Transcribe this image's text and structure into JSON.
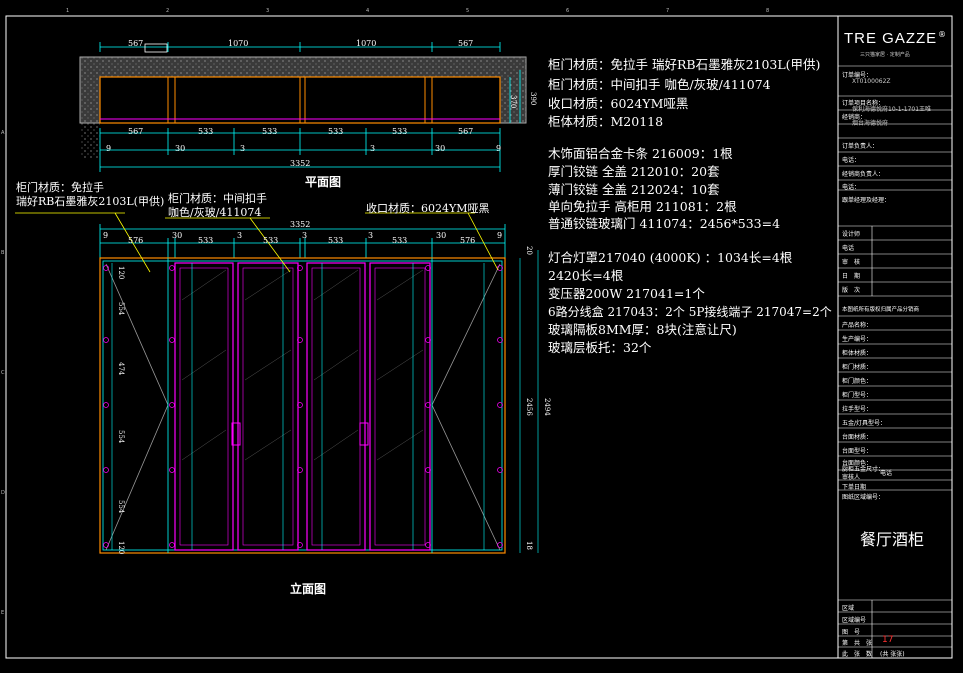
{
  "plan": {
    "caption": "平面图",
    "top_dims": [
      "567",
      "1070",
      "1070",
      "567"
    ],
    "bottom_dims": [
      "567",
      "533",
      "533",
      "533",
      "533",
      "567"
    ],
    "small_dims": [
      "9",
      "30",
      "3",
      "3",
      "30",
      "9"
    ],
    "total": "3352",
    "side_dims": [
      "370",
      "390"
    ]
  },
  "elevation": {
    "caption": "立面图",
    "top_dims": [
      "9",
      "576",
      "30",
      "533",
      "3",
      "533",
      "3",
      "533",
      "3",
      "533",
      "30",
      "576",
      "9"
    ],
    "total": "3352",
    "left_dims": [
      "120",
      "554",
      "474",
      "554",
      "554",
      "120"
    ],
    "height": "2456",
    "height2": "2494",
    "top_small": "20",
    "bottom_small": "18"
  },
  "callouts": {
    "left_door_1": "柜门材质：免拉手",
    "left_door_2": "瑞好RB石墨雅灰2103L(甲供)",
    "mid_door_1": "柜门材质：中间扣手",
    "mid_door_2": "咖色/灰玻/411074",
    "edge": "收口材质：6024YM哑黑"
  },
  "notes_top": [
    "柜门材质：免拉手  瑞好RB石墨雅灰2103L(甲供)",
    "柜门材质：中间扣手  咖色/灰玻/411074",
    "收口材质：6024YM哑黑",
    "柜体材质：M20118"
  ],
  "notes_mid": [
    "木饰面铝合金卡条  216009：1根",
    "厚门铰链 全盖 212010：20套",
    "薄门铰链 全盖 212024：10套",
    "单向免拉手 高柜用 211081：2根",
    "普通铰链玻璃门 411074：2456*533=4"
  ],
  "notes_bottom": [
    "灯合灯罩217040  (4000K)  ：1034长=4根",
    "2420长=4根",
    "变压器200W 217041=1个",
    "6路分线盒 217043：2个 5P接线端子 217047=2个",
    "玻璃隔板8MM厚：8块(注意让尺)",
    "玻璃层板托：32个"
  ],
  "titleblock": {
    "logo": "TRE GAZZE",
    "logo_sub": "三只猫家居 · 定制产品",
    "rows": [
      {
        "label": "订单编号：",
        "value": "XT0100062Z"
      },
      {
        "label": "订单项目名称：",
        "value": "保利海德悦府10-1-1701王唯"
      },
      {
        "label": "经销商：",
        "value": "烟台海德悦府"
      },
      {
        "label": "订单负责人：",
        "value": ""
      },
      {
        "label": "电话：",
        "value": ""
      },
      {
        "label": "经销商负责人：",
        "value": ""
      },
      {
        "label": "电话：",
        "value": ""
      },
      {
        "label": "跟单经理及经理：",
        "value": ""
      },
      {
        "label": "设计师",
        "value": ""
      },
      {
        "label": "电话",
        "value": ""
      },
      {
        "label": "审　核",
        "value": ""
      },
      {
        "label": "日　期",
        "value": ""
      },
      {
        "label": "版　次",
        "value": ""
      },
      {
        "label": "本图纸所有版权归属产品分销商",
        "value": ""
      },
      {
        "label": "产品名称：",
        "value": ""
      },
      {
        "label": "生产编号：",
        "value": ""
      },
      {
        "label": "柜体材质：",
        "value": ""
      },
      {
        "label": "柜门材质：",
        "value": ""
      },
      {
        "label": "柜门颜色：",
        "value": ""
      },
      {
        "label": "柜门型号：",
        "value": ""
      },
      {
        "label": "拉手型号：",
        "value": ""
      },
      {
        "label": "五金/灯具型号：",
        "value": ""
      },
      {
        "label": "台面材质：",
        "value": ""
      },
      {
        "label": "台面型号：",
        "value": ""
      },
      {
        "label": "台面颜色：",
        "value": ""
      },
      {
        "label": "厨柜五金尺寸：",
        "value": ""
      },
      {
        "label": "审核人",
        "value": ""
      },
      {
        "label": "电话",
        "value": ""
      },
      {
        "label": "下单日期",
        "value": ""
      },
      {
        "label": "图纸区域编号：",
        "value": ""
      }
    ],
    "drawing_name": "餐厅酒柜",
    "bottom_rows": [
      {
        "label": "区域",
        "value": ""
      },
      {
        "label": "区域编号",
        "value": ""
      },
      {
        "label": "图　号",
        "value": ""
      },
      {
        "label": "第　共　张",
        "value": "17"
      },
      {
        "label": "此　张　数",
        "value": "(共 张张)"
      }
    ]
  },
  "border": {
    "top_ticks": [
      "1",
      "2",
      "3",
      "4",
      "5",
      "6",
      "7",
      "8"
    ],
    "side_ticks": [
      "A",
      "B",
      "C",
      "D",
      "E"
    ]
  },
  "colors": {
    "dim": "#00ffff",
    "door": "#ff00ff",
    "frame": "#ff8c00",
    "leader": "#ffff00",
    "hatch": "#888888"
  }
}
